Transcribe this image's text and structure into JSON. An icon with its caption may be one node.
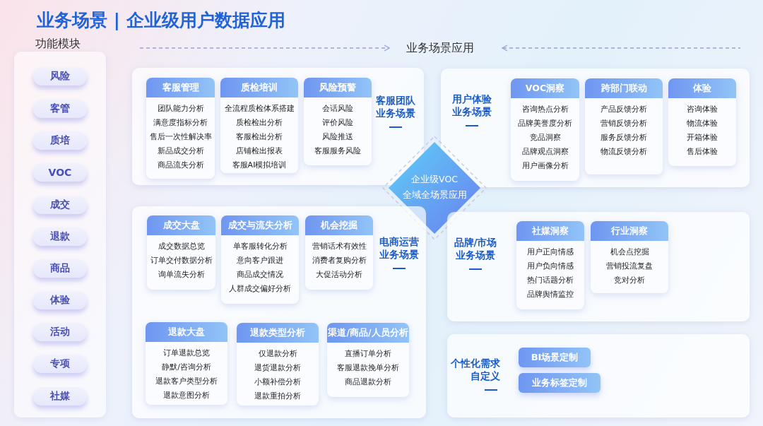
{
  "diagram": {
    "title": "业务场景 | 企业级用户数据应用",
    "nodes": [
      {
        "text": [
          "功能模块"
        ]
      },
      {
        "text": [
          "风险"
        ],
        "in": 0
      },
      {
        "text": [
          "客管"
        ],
        "in": 0
      },
      {
        "text": [
          "质培"
        ],
        "in": 0
      },
      {
        "text": [
          "VOC"
        ],
        "in": 0
      },
      {
        "text": [
          "成交"
        ],
        "in": 0
      },
      {
        "text": [
          "退款"
        ],
        "in": 0
      },
      {
        "text": [
          "商品"
        ],
        "in": 0
      },
      {
        "text": [
          "体验"
        ],
        "in": 0
      },
      {
        "text": [
          "活动"
        ],
        "in": 0
      },
      {
        "text": [
          "专项"
        ],
        "in": 0
      },
      {
        "text": [
          "社媒"
        ],
        "in": 0
      },
      {
        "text": [
          "客服团队业务场景"
        ]
      },
      {
        "text": [
          "客服管理",
          "团队能力分析",
          "满意度指标分析",
          "售后一次性解决率",
          "新品成交分析",
          "商品流失分析"
        ],
        "in": 12
      },
      {
        "text": [
          "质检培训",
          "全流程质检体系搭建",
          "质检检出分析",
          "客服检出分析",
          "店铺检出报表",
          "客服AI模拟培训"
        ],
        "in": 12
      },
      {
        "text": [
          "风险预警",
          "会话风险",
          "评价风险",
          "风险推送",
          "客服服务风险"
        ],
        "in": 12
      },
      {
        "text": [
          "用户体验业务场景"
        ]
      },
      {
        "text": [
          "VOC洞察",
          "咨询热点分析",
          "品牌美誉度分析",
          "竞品洞察",
          "品牌观点洞察",
          "用户画像分析"
        ],
        "in": 16
      },
      {
        "text": [
          "跨部门联动",
          "产品反馈分析",
          "营销反馈分析",
          "服务反馈分析",
          "物流反馈分析"
        ],
        "in": 16
      },
      {
        "text": [
          "体验",
          "咨询体验",
          "物流体验",
          "开箱体验",
          "售后体验"
        ],
        "in": 16
      },
      {
        "text": [
          "企业级VOC",
          "全域全场景应用"
        ]
      },
      {
        "text": [
          "电商运营业务场景"
        ]
      },
      {
        "text": [
          "成交大盘",
          "成交数据总览",
          "订单交付数据分析",
          "询单流失分析"
        ],
        "in": 21
      },
      {
        "text": [
          "成交与流失分析",
          "单客服转化分析",
          "意向客户跟进",
          "商品成交情况",
          "人群成交偏好分析"
        ],
        "in": 21
      },
      {
        "text": [
          "机会挖掘",
          "营销话术有效性",
          "消费者复购分析",
          "大促活动分析"
        ],
        "in": 21
      },
      {
        "text": [
          "退款大盘",
          "订单退款总览",
          "静默/咨询分析",
          "退款客户类型分析",
          "退款意图分析"
        ],
        "in": 21
      },
      {
        "text": [
          "退款类型分析",
          "仅退款分析",
          "退货退款分析",
          "小额补偿分析",
          "退款重拍分析"
        ],
        "in": 21
      },
      {
        "text": [
          "渠道/商品/人员分析",
          "直播订单分析",
          "客服退款挽单分析",
          "商品退款分析"
        ],
        "in": 21
      },
      {
        "text": [
          "品牌/市场业务场景"
        ]
      },
      {
        "text": [
          "社媒洞察",
          "用户正向情感",
          "用户负向情感",
          "热门话题分析",
          "品牌舆情监控"
        ],
        "in": 28
      },
      {
        "text": [
          "行业洞察",
          "机会点挖掘",
          "营销投流复盘",
          "竞对分析"
        ],
        "in": 28
      },
      {
        "text": [
          "个性化需求自定义"
        ]
      },
      {
        "text": [
          "BI场景定制"
        ],
        "in": 31
      },
      {
        "text": [
          "业务标签定制"
        ],
        "in": 31
      }
    ],
    "labels": [
      "业务场景应用"
    ]
  }
}
